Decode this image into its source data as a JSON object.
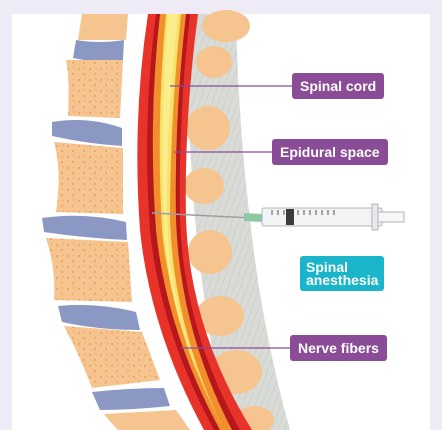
{
  "labels": {
    "spinal_cord": "Spinal cord",
    "epidural_space": "Epidural space",
    "spinal_anesthesia": [
      "Spinal",
      "anesthesia"
    ],
    "nerve_fibers": "Nerve fibers"
  },
  "colors": {
    "background_panel": "#efebf6",
    "label_purple": "#8a4c96",
    "label_teal": "#1ab4cb",
    "vertebra": "#f6c48e",
    "vertebra_dots": "#e7a765",
    "disc": "#8b98c4",
    "dura": "#e8332a",
    "cord_orange": "#f28f2c",
    "cord_yellow": "#f6e46a",
    "dark_red": "#b5171d",
    "ligament": "#d9dbd7"
  }
}
